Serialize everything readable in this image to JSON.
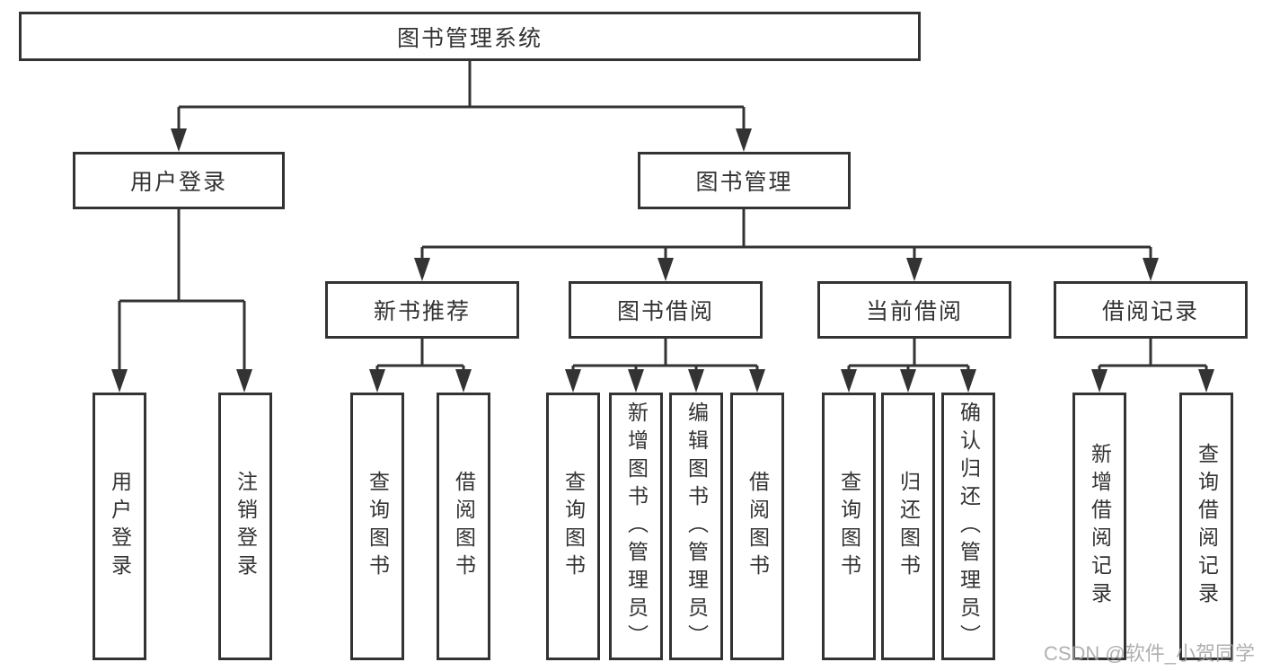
{
  "diagram": {
    "title": "图书管理系统",
    "branches": {
      "user_login": {
        "label": "用户登录",
        "children": {
          "login": "用户登录",
          "logout": "注销登录"
        }
      },
      "book_mgmt": {
        "label": "图书管理",
        "sections": {
          "new_books": {
            "label": "新书推荐",
            "children": {
              "query": "查询图书",
              "borrow": "借阅图书"
            }
          },
          "borrowing": {
            "label": "图书借阅",
            "children": {
              "query": "查询图书",
              "add": "新增图书（管理员）",
              "edit": "编辑图书（管理员）",
              "borrow": "借阅图书"
            }
          },
          "current": {
            "label": "当前借阅",
            "children": {
              "query": "查询图书",
              "return": "归还图书",
              "confirm": "确认归还（管理员）"
            }
          },
          "records": {
            "label": "借阅记录",
            "children": {
              "add": "新增借阅记录",
              "query": "查询借阅记录"
            }
          }
        }
      }
    }
  },
  "watermark": {
    "text": "CSDN @软件_小贺同学"
  },
  "colors": {
    "line": "#333333",
    "text": "#333333",
    "background": "#ffffff",
    "watermark": "#a2a2a2"
  }
}
